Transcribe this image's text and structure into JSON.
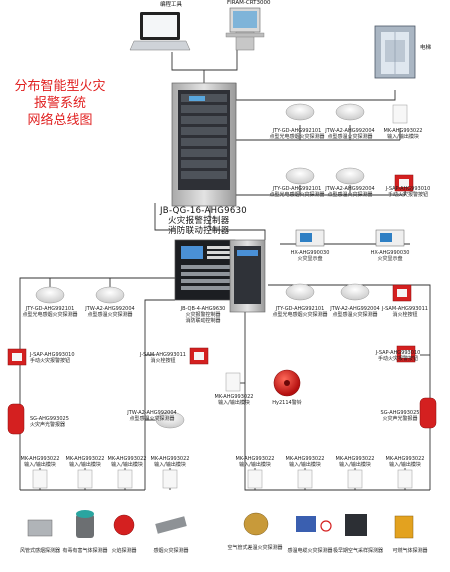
{
  "title": {
    "line1": "分布智能型火灾",
    "line2": "报警系统",
    "line3": "网络总线图"
  },
  "top": {
    "laptop_label": "编程工具",
    "terminal_label": "FIRAM-CRT3000",
    "elevator_label": "电梯"
  },
  "main_controller": {
    "model": "JB-QG-16-AHG9630",
    "name1": "火灾报警控制器",
    "name2": "消防联动控制器"
  },
  "sub_controller": {
    "model": "JB-QB-4-AHG9630",
    "name1": "火灾报警控制器",
    "name2": "消防联动控制器"
  },
  "row1": [
    {
      "model": "JTY-GD-AHG992101",
      "desc": "点型光电感烟火灾探测器"
    },
    {
      "model": "JTW-A2-AHG992004",
      "desc": "点型感温火灾探测器"
    },
    {
      "model": "MK-AHG993022",
      "desc": "输入/输出模块"
    }
  ],
  "row2": [
    {
      "model": "JTY-GD-AHG992101",
      "desc": "点型光电感烟火灾探测器"
    },
    {
      "model": "JTW-A2-AHG992004",
      "desc": "点型感温火灾探测器"
    },
    {
      "model": "J-SAP-AHG993010",
      "desc": "手动火灾报警按钮"
    }
  ],
  "displays": [
    {
      "model": "HX-AHG990030",
      "desc": "火灾显示盘"
    },
    {
      "model": "HX-AHG990030",
      "desc": "火灾显示盘"
    }
  ],
  "left_loop": {
    "smoke": {
      "model": "JTY-GD-AHG992101",
      "desc": "点型光电感烟火灾探测器"
    },
    "heat": {
      "model": "JTW-A2-AHG992004",
      "desc": "点型感温火灾探测器"
    },
    "manual": {
      "model": "J-SAP-AHG993010",
      "desc": "手动火灾报警按钮"
    },
    "hydrant": {
      "model": "J-SAM-AHG993011",
      "desc": "消火栓按钮"
    },
    "siren": {
      "model": "SG-AHG993025",
      "desc": "火灾声光警报器"
    },
    "heat2": {
      "model": "JTW-A2-AHG992004",
      "desc": "点型感温火灾探测器"
    },
    "modules": [
      {
        "model": "MK-AHG993022",
        "desc": "输入/输出模块"
      },
      {
        "model": "MK-AHG993022",
        "desc": "输入/输出模块"
      },
      {
        "model": "MK-AHG993022",
        "desc": "输入/输出模块"
      },
      {
        "model": "MK-AHG993022",
        "desc": "输入/输出模块"
      }
    ],
    "devices": [
      {
        "desc": "风管式感烟探测器"
      },
      {
        "desc": "有毒有害气体探测器"
      },
      {
        "desc": "火焰探测器"
      },
      {
        "desc": "感烟火灾探测器"
      }
    ]
  },
  "right_loop": {
    "smoke": {
      "model": "JTY-GD-AHG992101",
      "desc": "点型光电感烟火灾探测器"
    },
    "heat": {
      "model": "JTW-A2-AHG992004",
      "desc": "点型感温火灾探测器"
    },
    "hydrant": {
      "model": "J-SAM-AHG993011",
      "desc": "消火栓按钮"
    },
    "manual": {
      "model": "J-SAP-AHG993010",
      "desc": "手动火灾报警按钮"
    },
    "siren": {
      "model": "SG-AHG993025",
      "desc": "火灾声光警报器"
    },
    "module_bell": {
      "model": "MK-AHG993022",
      "desc": "输入/输出模块"
    },
    "bell": "Hy2114警铃",
    "modules": [
      {
        "model": "MK-AHG993022",
        "desc": "输入/输出模块"
      },
      {
        "model": "MK-AHG993022",
        "desc": "输入/输出模块"
      },
      {
        "model": "MK-AHG993022",
        "desc": "输入/输出模块"
      },
      {
        "model": "MK-AHG993022",
        "desc": "输入/输出模块"
      }
    ],
    "devices": [
      {
        "desc": "空气管式差温火灾探测器"
      },
      {
        "desc": "感温电缆火灾探测器"
      },
      {
        "desc": "极早期空气采样探测器"
      },
      {
        "desc": "可燃气体探测器"
      }
    ]
  },
  "colors": {
    "title": "#e02020",
    "line": "#333333",
    "cabinet": "#c8c8c8",
    "red_device": "#d42020"
  }
}
